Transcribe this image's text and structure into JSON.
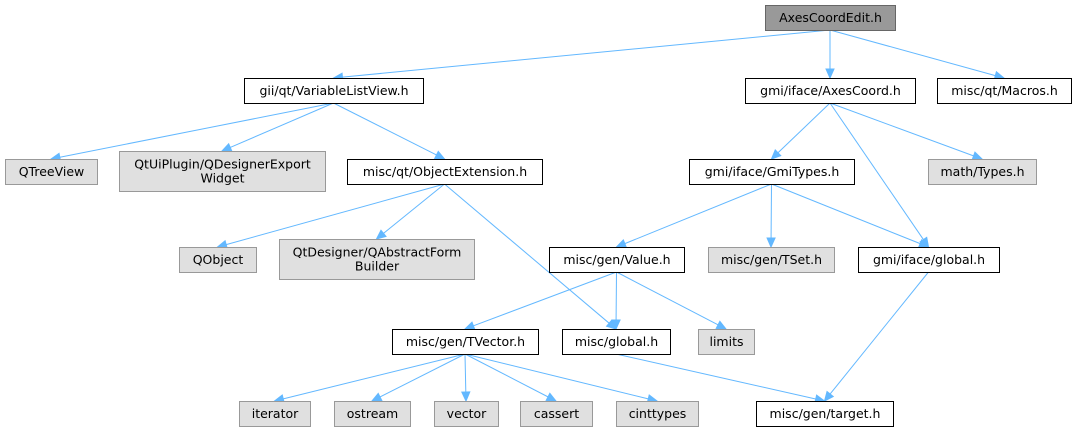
{
  "colors": {
    "root_fill": "#999999",
    "root_stroke": "#666666",
    "documented_fill": "#ffffff",
    "documented_stroke": "#000000",
    "external_fill": "#e0e0e0",
    "external_stroke": "#999999",
    "edge": "#63b8ff"
  },
  "nodes": [
    {
      "id": "axescoordedit",
      "kind": "root",
      "lines": [
        "AxesCoordEdit.h"
      ]
    },
    {
      "id": "variablelistview",
      "kind": "documented",
      "lines": [
        "gii/qt/VariableListView.h"
      ]
    },
    {
      "id": "axescoord",
      "kind": "documented",
      "lines": [
        "gmi/iface/AxesCoord.h"
      ]
    },
    {
      "id": "macros",
      "kind": "documented",
      "lines": [
        "misc/qt/Macros.h"
      ]
    },
    {
      "id": "qtreeview",
      "kind": "external",
      "lines": [
        "QTreeView"
      ]
    },
    {
      "id": "qdesignerexportwidget",
      "kind": "external",
      "lines": [
        "QtUiPlugin/QDesignerExport",
        "Widget"
      ]
    },
    {
      "id": "objectextension",
      "kind": "documented",
      "lines": [
        "misc/qt/ObjectExtension.h"
      ]
    },
    {
      "id": "gmitypes",
      "kind": "documented",
      "lines": [
        "gmi/iface/GmiTypes.h"
      ]
    },
    {
      "id": "mathtypes",
      "kind": "external",
      "lines": [
        "math/Types.h"
      ]
    },
    {
      "id": "qobject",
      "kind": "external",
      "lines": [
        "QObject"
      ]
    },
    {
      "id": "qabstractformbuilder",
      "kind": "external",
      "lines": [
        "QtDesigner/QAbstractForm",
        "Builder"
      ]
    },
    {
      "id": "value",
      "kind": "documented",
      "lines": [
        "misc/gen/Value.h"
      ]
    },
    {
      "id": "tset",
      "kind": "external",
      "lines": [
        "misc/gen/TSet.h"
      ]
    },
    {
      "id": "ifaceglobal",
      "kind": "documented",
      "lines": [
        "gmi/iface/global.h"
      ]
    },
    {
      "id": "tvector",
      "kind": "documented",
      "lines": [
        "misc/gen/TVector.h"
      ]
    },
    {
      "id": "miscglobal",
      "kind": "documented",
      "lines": [
        "misc/global.h"
      ]
    },
    {
      "id": "limits",
      "kind": "external",
      "lines": [
        "limits"
      ]
    },
    {
      "id": "iterator",
      "kind": "external",
      "lines": [
        "iterator"
      ]
    },
    {
      "id": "ostream",
      "kind": "external",
      "lines": [
        "ostream"
      ]
    },
    {
      "id": "vector",
      "kind": "external",
      "lines": [
        "vector"
      ]
    },
    {
      "id": "cassert",
      "kind": "external",
      "lines": [
        "cassert"
      ]
    },
    {
      "id": "cinttypes",
      "kind": "external",
      "lines": [
        "cinttypes"
      ]
    },
    {
      "id": "target",
      "kind": "documented",
      "lines": [
        "misc/gen/target.h"
      ]
    }
  ],
  "edges": [
    [
      "axescoordedit",
      "variablelistview"
    ],
    [
      "axescoordedit",
      "axescoord"
    ],
    [
      "axescoordedit",
      "macros"
    ],
    [
      "variablelistview",
      "qtreeview"
    ],
    [
      "variablelistview",
      "qdesignerexportwidget"
    ],
    [
      "variablelistview",
      "objectextension"
    ],
    [
      "objectextension",
      "qobject"
    ],
    [
      "objectextension",
      "qabstractformbuilder"
    ],
    [
      "objectextension",
      "miscglobal"
    ],
    [
      "axescoord",
      "gmitypes"
    ],
    [
      "axescoord",
      "mathtypes"
    ],
    [
      "axescoord",
      "ifaceglobal"
    ],
    [
      "gmitypes",
      "value"
    ],
    [
      "gmitypes",
      "tset"
    ],
    [
      "gmitypes",
      "ifaceglobal"
    ],
    [
      "value",
      "tvector"
    ],
    [
      "value",
      "miscglobal"
    ],
    [
      "value",
      "limits"
    ],
    [
      "ifaceglobal",
      "target"
    ],
    [
      "tvector",
      "iterator"
    ],
    [
      "tvector",
      "ostream"
    ],
    [
      "tvector",
      "vector"
    ],
    [
      "tvector",
      "cassert"
    ],
    [
      "tvector",
      "cinttypes"
    ],
    [
      "miscglobal",
      "target"
    ]
  ]
}
